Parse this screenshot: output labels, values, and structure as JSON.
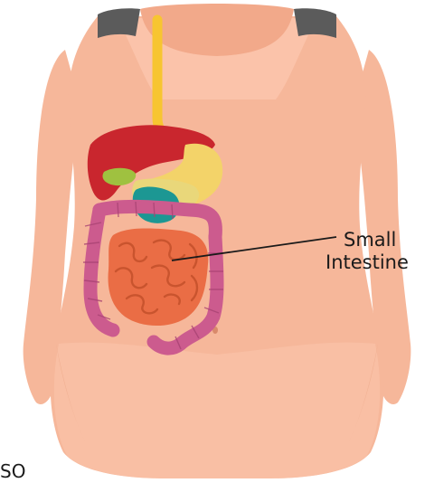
{
  "label": {
    "line1": "Small",
    "line2": "Intestine"
  },
  "corner_text": "SO",
  "colors": {
    "skin": "#f6b79a",
    "skin_light": "#fbc6ad",
    "skin_shadow": "#e9a180",
    "hair_strap": "#5b5b5b",
    "esophagus": "#f7c531",
    "liver": "#c9262e",
    "gallbladder": "#9fc140",
    "stomach": "#f3d369",
    "pancreas": "#1c9793",
    "small_intestine": "#ea6d45",
    "large_intestine": "#cc5b8e",
    "leader_line": "#1a1a1a"
  },
  "icons": {
    "figure": "human-torso-figure",
    "organs": "digestive-system"
  }
}
